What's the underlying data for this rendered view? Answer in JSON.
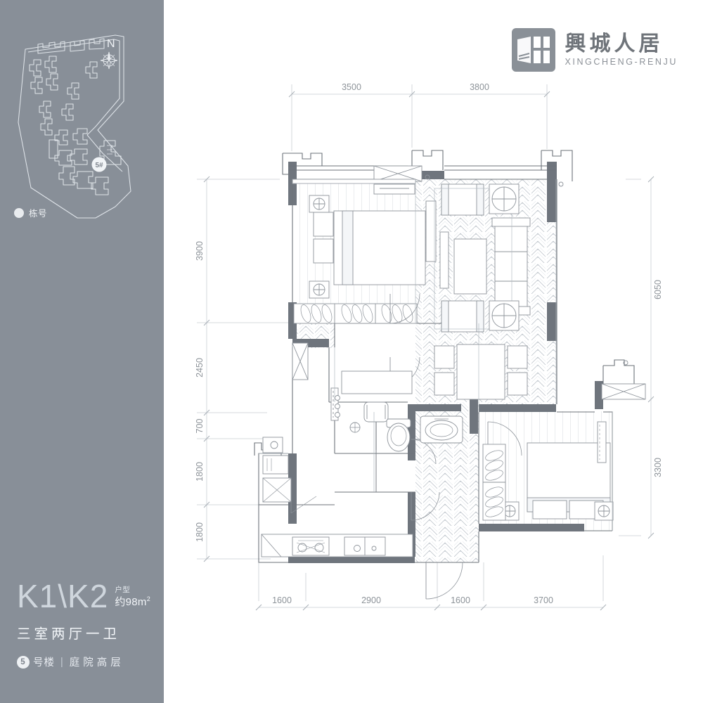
{
  "sidebar": {
    "sitemap": {
      "compass_label": "N",
      "building_marker": "5#"
    },
    "legend": {
      "icon": "circle-icon",
      "label": "栋号"
    },
    "title_block": {
      "unit_code": "K1\\K2",
      "type_label": "户型",
      "area_label": "约98m",
      "area_sup": "2",
      "room_config": "三室两厅一卫",
      "building_number": "5",
      "building_suffix": "号楼",
      "separator": "|",
      "product_line": "庭院高层"
    }
  },
  "logo": {
    "icon": "xingcheng-logo-icon",
    "name_cn": "興城人居",
    "name_en": "XINGCHENG-RENJU"
  },
  "plan": {
    "dimensions": {
      "top": [
        "3500",
        "3800"
      ],
      "bottom": [
        "1600",
        "2900",
        "1600",
        "3700"
      ],
      "left": [
        "3900",
        "2450",
        "700",
        "1800",
        "1800"
      ],
      "right": [
        "6050",
        "3300"
      ]
    },
    "rooms": [
      {
        "name": "master-bedroom",
        "furniture": [
          "bed",
          "nightstand",
          "nightstand",
          "wardrobe",
          "ceiling-light",
          "ceiling-light"
        ]
      },
      {
        "name": "living-room",
        "furniture": [
          "sofa",
          "armchair",
          "armchair",
          "coffee-table",
          "side-table",
          "side-table",
          "dining-table",
          "dining-chair",
          "dining-chair",
          "dining-chair",
          "dining-chair"
        ]
      },
      {
        "name": "study",
        "furniture": [
          "desk",
          "office-chair",
          "bookshelf"
        ]
      },
      {
        "name": "second-bedroom",
        "furniture": [
          "bed",
          "pillow",
          "pillow",
          "nightstand",
          "nightstand",
          "wardrobe",
          "ceiling-light",
          "ceiling-light"
        ]
      },
      {
        "name": "bathroom",
        "furniture": [
          "toilet",
          "washbasin",
          "shower",
          "floor-drain"
        ]
      },
      {
        "name": "kitchen",
        "furniture": [
          "stove",
          "sink",
          "counter"
        ]
      },
      {
        "name": "balcony-north",
        "furniture": [
          "window"
        ]
      },
      {
        "name": "balcony-utility",
        "furniture": [
          "washing-machine",
          "utility-sink"
        ]
      },
      {
        "name": "entry-corridor",
        "furniture": [
          "entry-door"
        ]
      }
    ]
  }
}
